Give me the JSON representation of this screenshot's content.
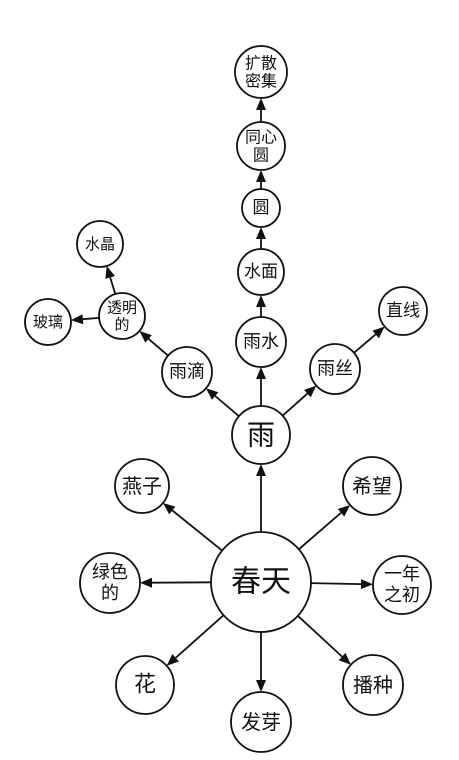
{
  "diagram": {
    "nodes": [
      {
        "id": "chuntian",
        "lines": [
          "春天"
        ]
      },
      {
        "id": "yu",
        "lines": [
          "雨"
        ]
      },
      {
        "id": "yanzi",
        "lines": [
          "燕子"
        ]
      },
      {
        "id": "xiwang",
        "lines": [
          "希望"
        ]
      },
      {
        "id": "lvsede",
        "lines": [
          "绿色",
          "的"
        ]
      },
      {
        "id": "yinian",
        "lines": [
          "一年",
          "之初"
        ]
      },
      {
        "id": "hua",
        "lines": [
          "花"
        ]
      },
      {
        "id": "fazhong",
        "lines": [
          "播种"
        ]
      },
      {
        "id": "faya",
        "lines": [
          "发芽"
        ]
      },
      {
        "id": "yudi",
        "lines": [
          "雨滴"
        ]
      },
      {
        "id": "yushui",
        "lines": [
          "雨水"
        ]
      },
      {
        "id": "yusi",
        "lines": [
          "雨丝"
        ]
      },
      {
        "id": "zhixian",
        "lines": [
          "直线"
        ]
      },
      {
        "id": "toumingde",
        "lines": [
          "透明",
          "的"
        ]
      },
      {
        "id": "boli",
        "lines": [
          "玻璃"
        ]
      },
      {
        "id": "shuijing",
        "lines": [
          "水晶"
        ]
      },
      {
        "id": "shuimian",
        "lines": [
          "水面"
        ]
      },
      {
        "id": "yuan",
        "lines": [
          "圆"
        ]
      },
      {
        "id": "tongxinyuan",
        "lines": [
          "同心",
          "圆"
        ]
      },
      {
        "id": "kuosan",
        "lines": [
          "扩散",
          "密集"
        ]
      }
    ],
    "edges": [
      {
        "from": "chuntian",
        "to": "yu"
      },
      {
        "from": "chuntian",
        "to": "yanzi"
      },
      {
        "from": "chuntian",
        "to": "xiwang"
      },
      {
        "from": "chuntian",
        "to": "lvsede"
      },
      {
        "from": "chuntian",
        "to": "yinian"
      },
      {
        "from": "chuntian",
        "to": "hua"
      },
      {
        "from": "chuntian",
        "to": "fazhong"
      },
      {
        "from": "chuntian",
        "to": "faya"
      },
      {
        "from": "yu",
        "to": "yudi"
      },
      {
        "from": "yu",
        "to": "yushui"
      },
      {
        "from": "yu",
        "to": "yusi"
      },
      {
        "from": "yusi",
        "to": "zhixian"
      },
      {
        "from": "yudi",
        "to": "toumingde"
      },
      {
        "from": "toumingde",
        "to": "boli"
      },
      {
        "from": "toumingde",
        "to": "shuijing"
      },
      {
        "from": "yushui",
        "to": "shuimian"
      },
      {
        "from": "shuimian",
        "to": "yuan"
      },
      {
        "from": "yuan",
        "to": "tongxinyuan"
      },
      {
        "from": "tongxinyuan",
        "to": "kuosan"
      }
    ]
  }
}
